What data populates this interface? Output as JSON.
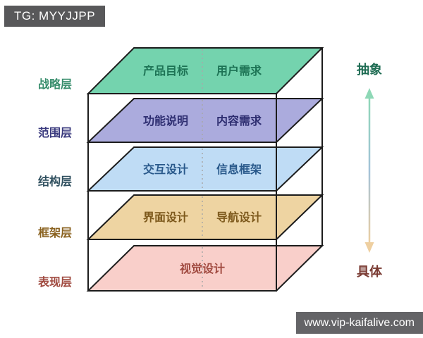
{
  "badge": {
    "label": "TG: MYYJJPP",
    "bg_color": "#58585a",
    "text_color": "#ffffff"
  },
  "watermark": {
    "label": "www.vip-kaifalive.com",
    "bg_color": "#646467",
    "text_color": "#ffffff"
  },
  "diagram": {
    "background": "#ffffff",
    "outline_color": "#1c1c1c",
    "divider_color": "#a8a8a8"
  },
  "layers": [
    {
      "name": "战略层",
      "name_color": "#388e6d",
      "fill": "#74d3ae",
      "text_color": "#1d7355",
      "cells": [
        "产品目标",
        "用户需求"
      ]
    },
    {
      "name": "范围层",
      "name_color": "#3a3a7e",
      "fill": "#ababdd",
      "text_color": "#2d2d70",
      "cells": [
        "功能说明",
        "内容需求"
      ]
    },
    {
      "name": "结构层",
      "name_color": "#30505f",
      "fill": "#bfdcf5",
      "text_color": "#29598b",
      "cells": [
        "交互设计",
        "信息框架"
      ]
    },
    {
      "name": "框架层",
      "name_color": "#8a6220",
      "fill": "#eed4a2",
      "text_color": "#7d591c",
      "cells": [
        "界面设计",
        "导航设计"
      ]
    },
    {
      "name": "表现层",
      "name_color": "#a04a40",
      "fill": "#f9cfca",
      "text_color": "#a04a40",
      "cells": [
        "视觉设计"
      ]
    }
  ],
  "axis": {
    "top_label": "抽象",
    "top_color": "#1d6b52",
    "bottom_label": "具体",
    "bottom_color": "#7a3b33",
    "arrow_top_color": "#8ed8b6",
    "arrow_mid_color": "#a3c2d9",
    "arrow_bottom_color": "#eecfa0"
  }
}
